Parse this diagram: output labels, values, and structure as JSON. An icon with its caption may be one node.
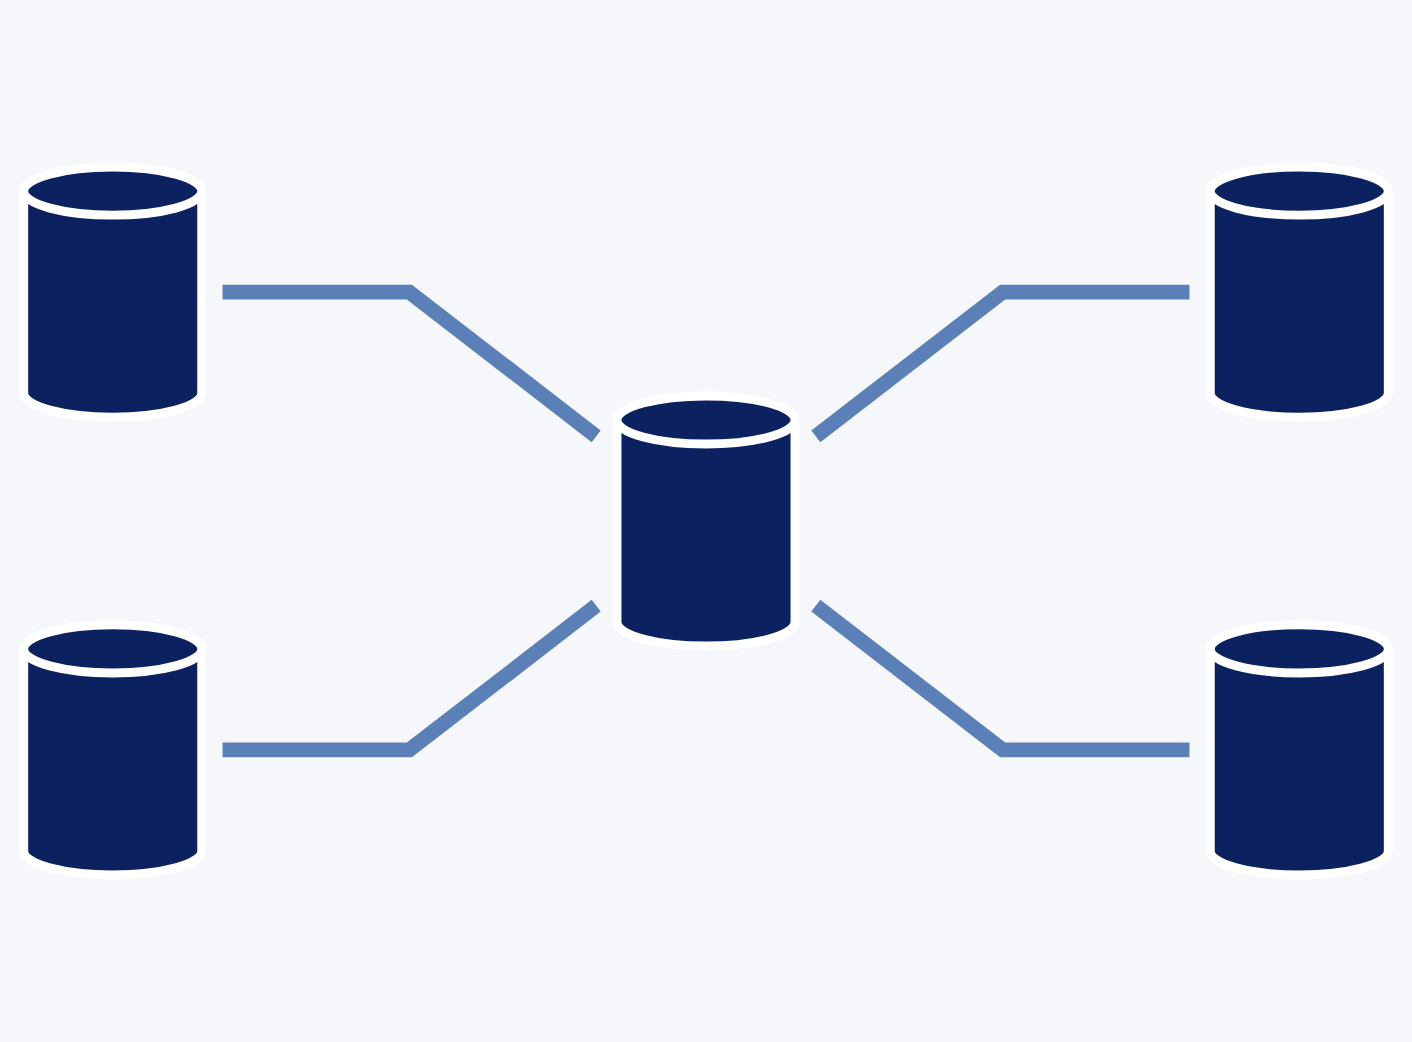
{
  "diagram": {
    "nodes": [
      {
        "text": [],
        "shape": "cylinder"
      },
      {
        "text": [],
        "shape": "cylinder"
      },
      {
        "text": [],
        "shape": "cylinder"
      },
      {
        "text": [],
        "shape": "cylinder"
      },
      {
        "text": [],
        "shape": "cylinder"
      }
    ],
    "edges": [
      {
        "from": 1,
        "to": 0,
        "arrow": "none"
      },
      {
        "from": 0,
        "to": 2,
        "arrow": "none"
      },
      {
        "from": 3,
        "to": 0,
        "arrow": "none"
      },
      {
        "from": 0,
        "to": 4,
        "arrow": "none"
      }
    ]
  }
}
